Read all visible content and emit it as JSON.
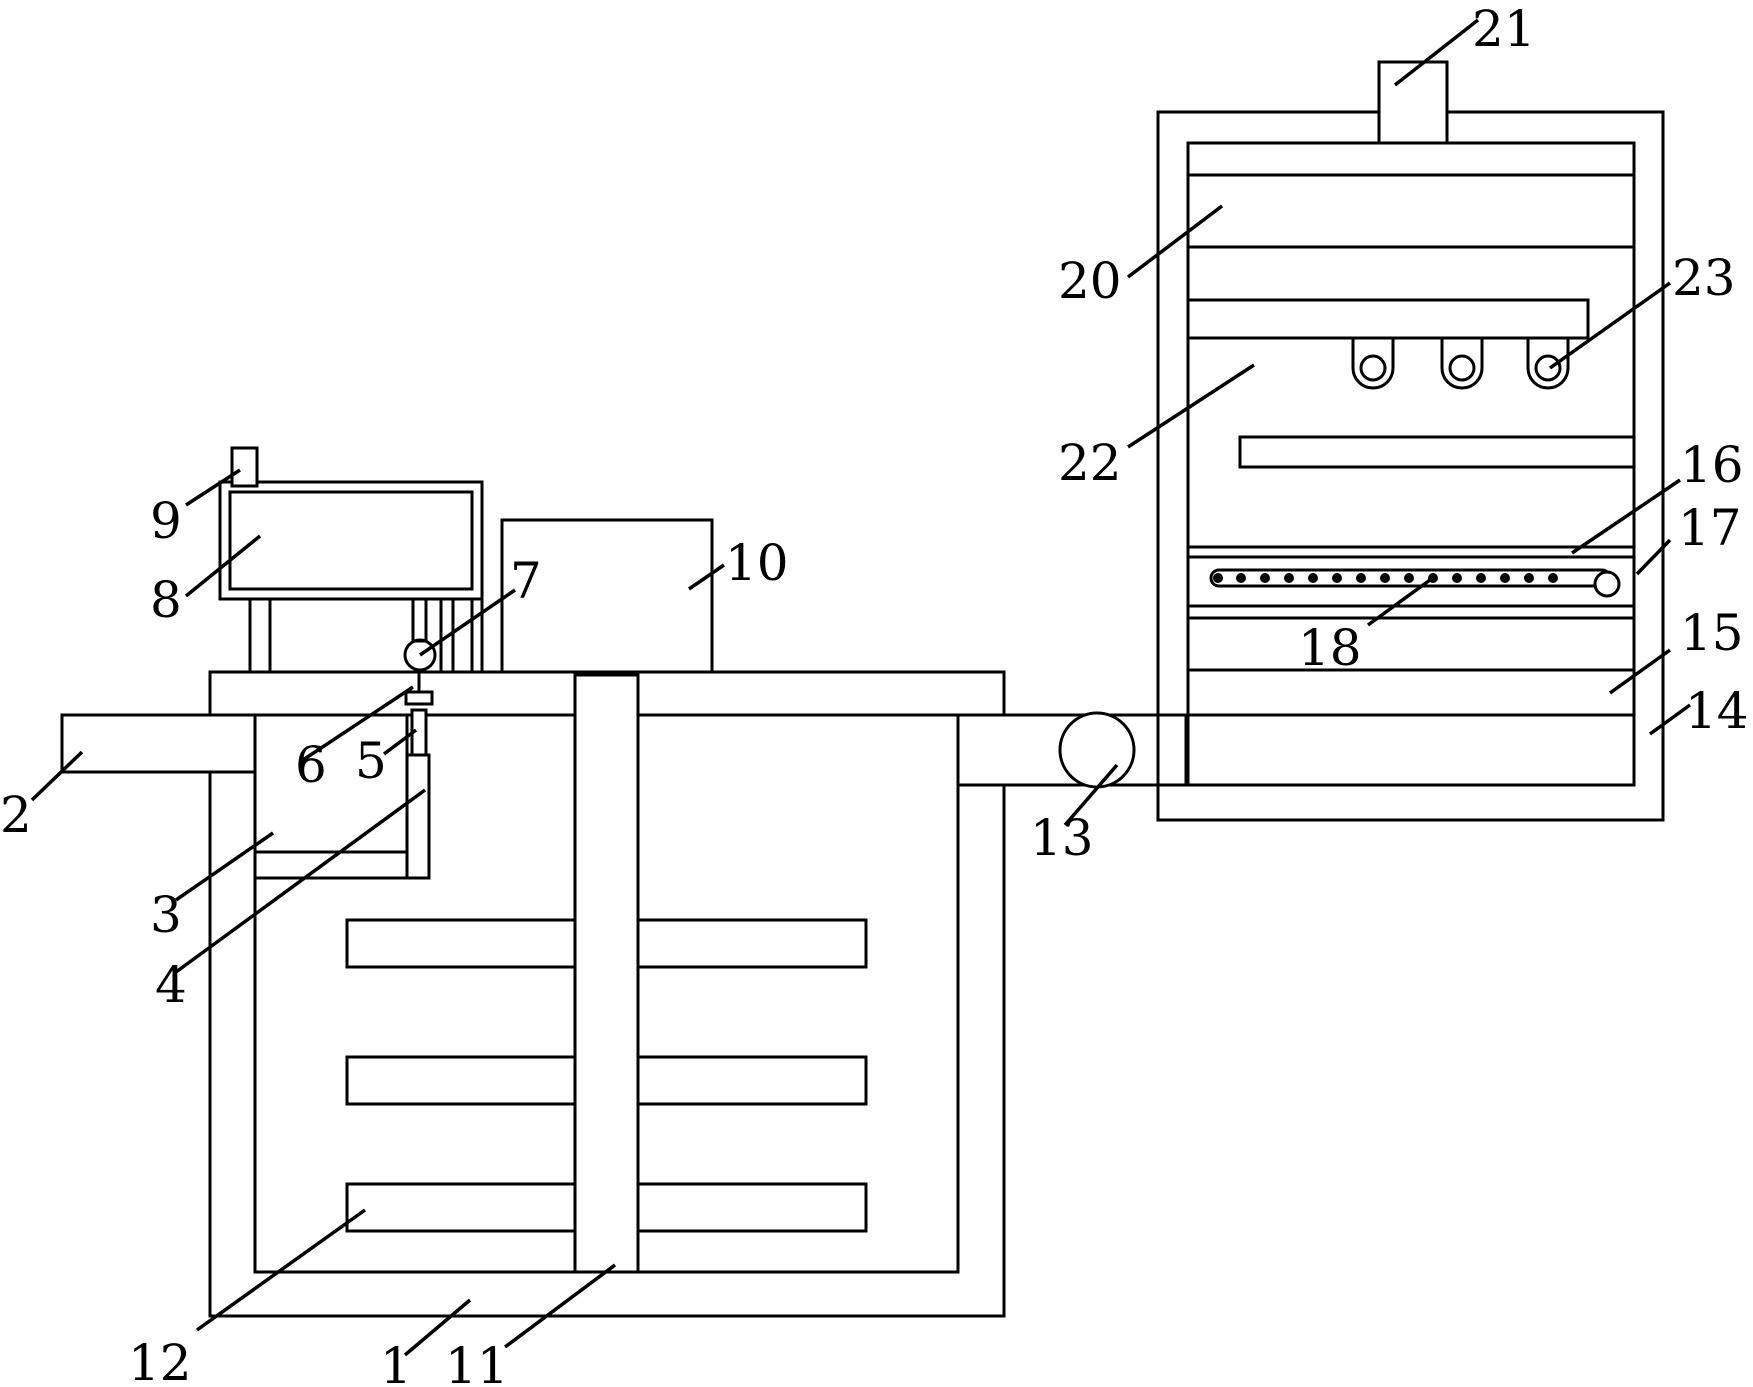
{
  "diagram": {
    "labels": {
      "n1": "1",
      "n2": "2",
      "n3": "3",
      "n4": "4",
      "n5": "5",
      "n6": "6",
      "n7": "7",
      "n8": "8",
      "n9": "9",
      "n10": "10",
      "n11": "11",
      "n12": "12",
      "n13": "13",
      "n14": "14",
      "n15": "15",
      "n16": "16",
      "n17": "17",
      "n18": "18",
      "n20": "20",
      "n21": "21",
      "n22": "22",
      "n23": "23"
    }
  }
}
